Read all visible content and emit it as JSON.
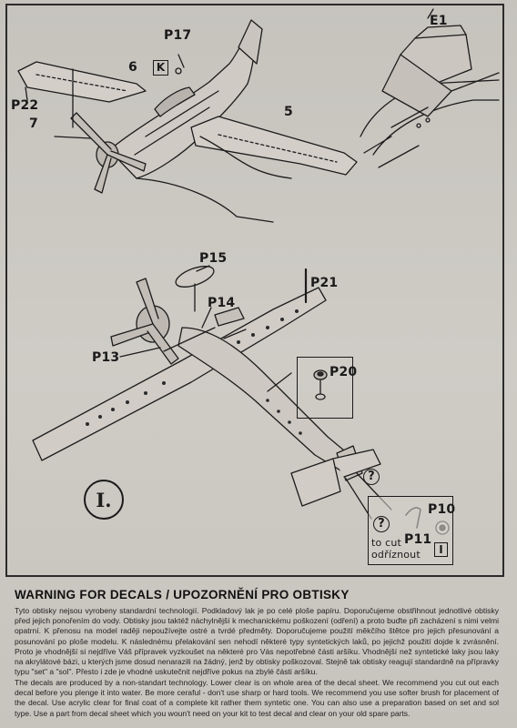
{
  "callouts": {
    "p17": "P17",
    "k_marker": "K",
    "n6": "6",
    "p22": "P22",
    "n7": "7",
    "n5": "5",
    "e1": "E1",
    "p15": "P15",
    "p21": "P21",
    "p14": "P14",
    "p13": "P13",
    "p20": "P20",
    "p10": "P10",
    "p11": "P11",
    "marker_i": "I",
    "question": "?",
    "to_cut": "to cut",
    "odriznout": "odříznout"
  },
  "step_number": "I.",
  "warning": {
    "title": "WARNING FOR DECALS / UPOZORNĚNÍ PRO OBTISKY",
    "czech": "Tyto obtisky nejsou vyrobeny standardní technologií. Podkladový lak je po celé ploše papíru. Doporučujeme obstřihnout jednotlivé obtisky před jejich ponořením do vody. Obtisky jsou taktéž náchylnější k mechanickému poškození (odření) a proto buďte při zacházení s nimi velmi opatrní. K přenosu na model raději nepoužívejte ostré a tvrdé předměty. Doporučujeme použití měkčího štětce pro jejich přesunování a posunování po ploše modelu. K následnému přelakování sen nehodí některé typy syntetických laků, po jejichž použití dojde k zvrásnění. Proto je vhodnější si nejdříve Váš přípravek vyzkoušet na některé pro Vás nepotřebné části aršíku. Vhodnější než syntetické laky jsou laky na akrylátové bázi, u kterých jsme dosud nenarazili na žádný, jenž by obtisky poškozoval. Stejně tak obtisky reagují standardně na přípravky typu \"set\" a \"sol\". Přesto i zde je vhodné uskutečnit nejdříve pokus na zbylé části aršíku.",
    "english": "The decals are produced by a non-standart technology. Lower clear is on whole area of the decal sheet. We recommend you cut out each decal before you plenge it into water. Be more ceraful - don't use sharp or hard tools. We recommend you use softer brush for placement of the decal. Use acrylic clear for final coat of a complete kit rather them syntetic one. You can also use a preparation based on set and sol type. Use a part from decal sheet which you woun't need on your kit to test decal and clear on your old spare parts."
  }
}
